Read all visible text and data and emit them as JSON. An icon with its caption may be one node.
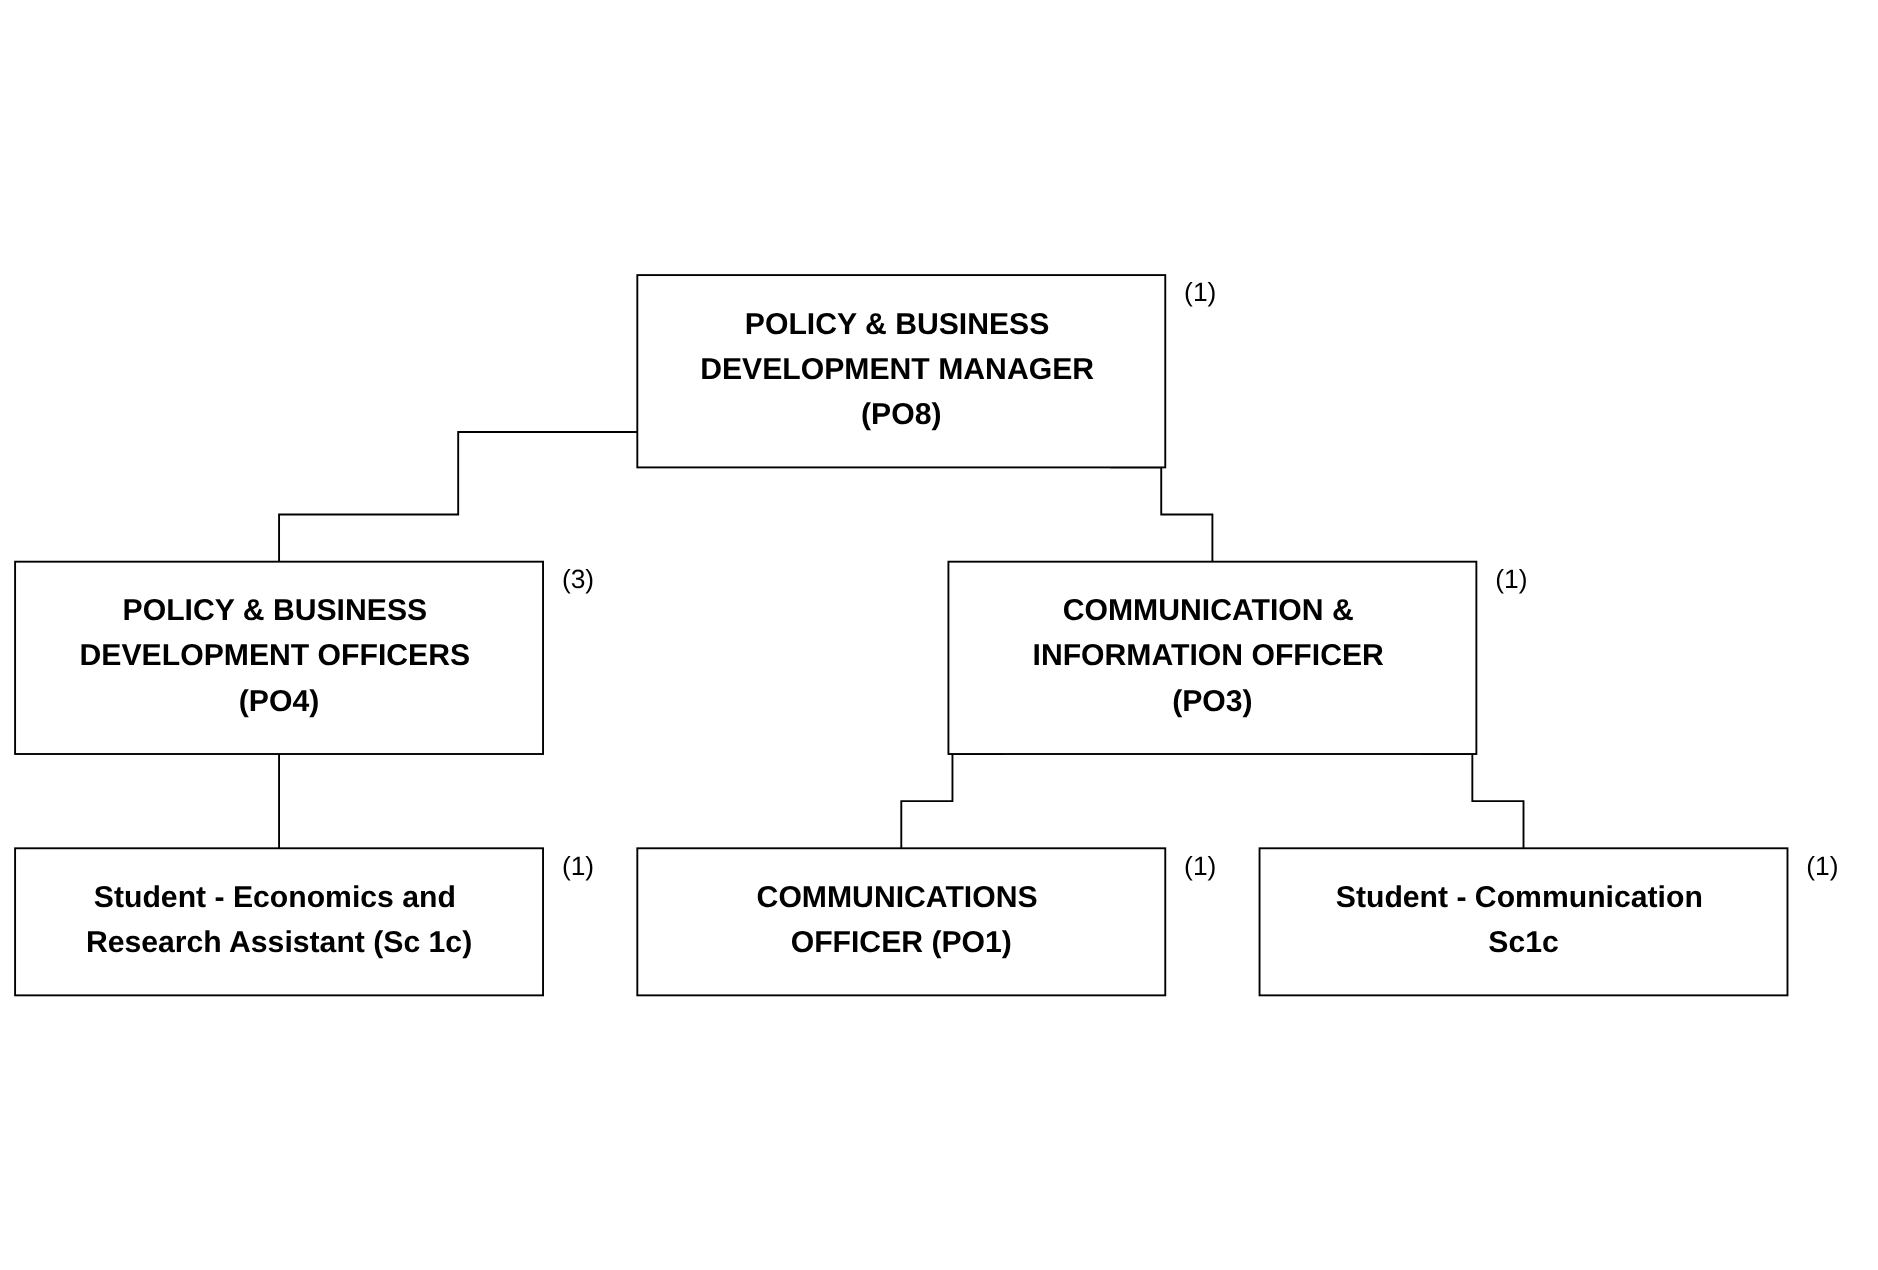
{
  "diagram": {
    "nodes": [
      {
        "text": [
          "POLICY & BUSINESS DEVELOPMENT MANAGER (PO8)"
        ],
        "beside": [
          "(1)"
        ]
      },
      {
        "text": [
          "POLICY & BUSINESS DEVELOPMENT OFFICERS (PO4)"
        ],
        "beside": [
          "(3)"
        ]
      },
      {
        "text": [
          "COMMUNICATION & INFORMATION OFFICER (PO3)"
        ],
        "beside": [
          "(1)"
        ]
      },
      {
        "text": [
          "COMMUNICATIONS OFFICER (PO1)"
        ],
        "beside": [
          "(1)"
        ]
      },
      {
        "text": [
          "Student - Economics and Research Assistant (Sc 1c)"
        ],
        "beside": [
          "(1)"
        ]
      },
      {
        "text": [
          "Student - Communication Sc1c"
        ],
        "beside": [
          "(1)"
        ]
      }
    ],
    "edges": [
      {
        "from": 0,
        "to": 1,
        "arrow": "none"
      },
      {
        "from": 0,
        "to": 2,
        "arrow": "none"
      },
      {
        "from": 2,
        "to": 3,
        "arrow": "none"
      },
      {
        "from": 1,
        "to": 4,
        "arrow": "none"
      },
      {
        "from": 2,
        "to": 5,
        "arrow": "none"
      }
    ]
  }
}
